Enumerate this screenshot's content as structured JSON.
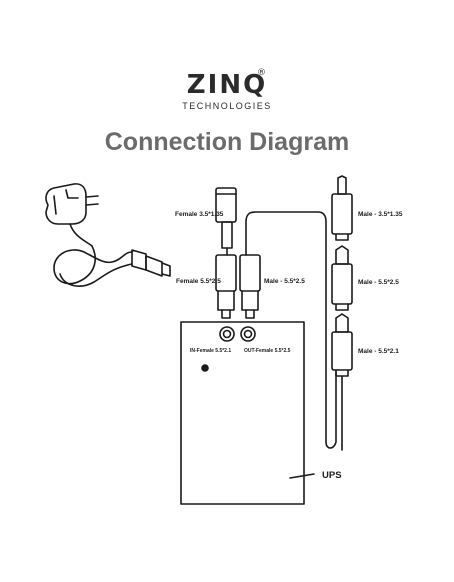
{
  "brand": {
    "name": "ZINQ",
    "registered": "®",
    "subtitle": "TECHNOLOGIES"
  },
  "title": "Connection Diagram",
  "labels": {
    "female_35_135": "Female 3.5*1.35",
    "female_55_25": "Female 5.5*2.5",
    "male_55_25_center": "Male - 5.5*2.5",
    "male_35_135": "Male - 3.5*1.35",
    "male_55_25": "Male - 5.5*2.5",
    "male_55_21": "Male - 5.5*2.1",
    "in_port": "IN-Female 5.5*2.1",
    "out_port": "OUT-Female 5.5*2.5",
    "ups": "UPS"
  },
  "colors": {
    "line": "#1a1a1a",
    "title": "#6b6b6b",
    "brand": "#2b2b2b"
  }
}
